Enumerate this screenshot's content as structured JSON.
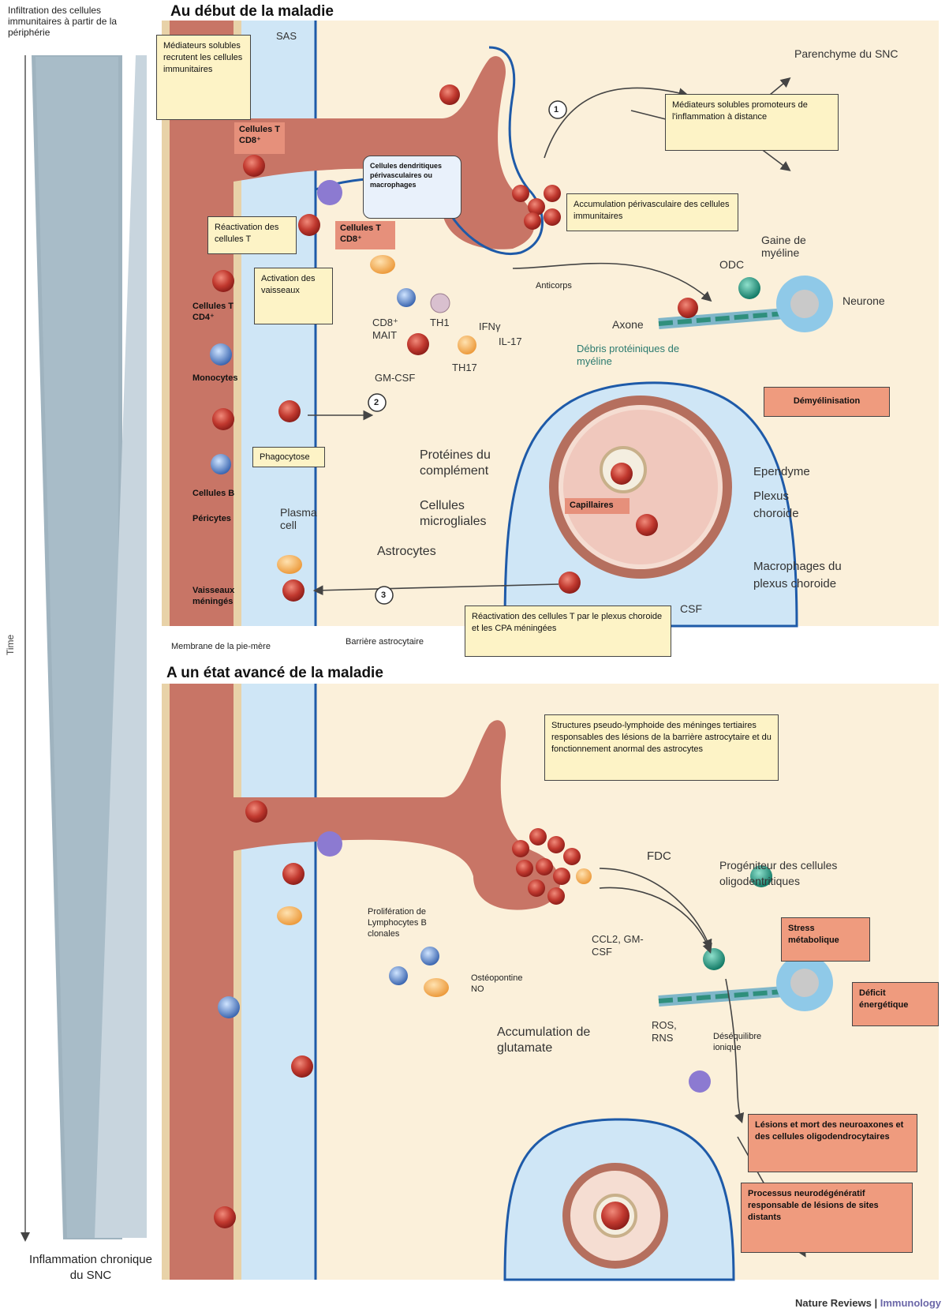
{
  "side": {
    "top_text": "Infiltration des cellules immunitaires à partir de la périphérie",
    "time_label": "Time",
    "bottom_text": "Inflammation chronique du SNC"
  },
  "early": {
    "title": "Au début de la maladie",
    "sas": "SAS",
    "parenchyme": "Parenchyme du SNC",
    "box_mediateurs": "Médiateurs solubles recrutent les cellules immunitaires",
    "cellules_t_cd8_top": "Cellules T CD8⁺",
    "dendritiques": "Cellules dendritiques périvasculaires ou macrophages",
    "box_promoteurs": "Médiateurs solubles promoteurs de l'inflammation à distance",
    "box_accumulation": "Accumulation périvasculaire des cellules immunitaires",
    "box_reactivation": "Réactivation des cellules T",
    "cellules_t_cd8_mid": "Cellules T CD8⁺",
    "gaine": "Gaine de myéline",
    "odc": "ODC",
    "neurone": "Neurone",
    "anticorps": "Anticorps",
    "box_activation": "Activation des vaisseaux",
    "cellules_t_cd4": "Cellules T CD4⁺",
    "th1": "TH1",
    "ifn": "IFNγ",
    "il17": "IL-17",
    "cd8_mait": "CD8⁺ MAIT",
    "th17": "TH17",
    "axone": "Axone",
    "debris": "Débris protéiniques de myéline",
    "monocytes": "Monocytes",
    "gmcsf": "GM-CSF",
    "demyelinisation": "Démyélinisation",
    "num1": "1",
    "num2": "2",
    "num3": "3",
    "proteines": "Protéines du complément",
    "ependyme": "Ependyme",
    "plexus": "Plexus choroide",
    "box_phagocytose": "Phagocytose",
    "cellules_b": "Cellules B",
    "capillaires": "Capillaires",
    "microgliales": "Cellules microgliales",
    "pericytes": "Péricytes",
    "plasma_cell": "Plasma cell",
    "astrocytes": "Astrocytes",
    "macrophages_plexus": "Macrophages du plexus choroide",
    "vaisseaux": "Vaisseaux méningés",
    "csf": "CSF",
    "box_reactivation_plexus": "Réactivation des cellules T par le plexus choroide et les CPA méningées",
    "membrane": "Membrane de la pie-mère",
    "barriere": "Barrière astrocytaire"
  },
  "late": {
    "title": "A un état avancé de la maladie",
    "box_structures": "Structures pseudo-lymphoide des méninges tertiaires responsables des lésions de la barrière astrocytaire et du fonctionnement anormal des astrocytes",
    "fdc": "FDC",
    "progeniteur": "Progéniteur des cellules oligodentritiques",
    "proliferation": "Prolifération de Lymphocytes B clonales",
    "ccl2": "CCL2, GM-CSF",
    "box_stress": "Stress métabolique",
    "osteopontine": "Ostéopontine NO",
    "box_deficit": "Déficit énergétique",
    "accumulation_glutamate": "Accumulation de glutamate",
    "ros": "ROS, RNS",
    "desequilibre": "Déséquilibre ionique",
    "box_lesions": "Lésions et mort des neuroaxones et des cellules oligodendrocytaires",
    "box_processus": "Processus neurodégénératif responsable de lésions de sites distants"
  },
  "footer": {
    "journal": "Nature Reviews",
    "section": "Immunology"
  },
  "colors": {
    "vessel": "#c87566",
    "csf_blue": "#cfe6f6",
    "parenchyma": "#fbf0da",
    "box_yellow": "#fdf3c6",
    "box_salmon": "#ef9b7e",
    "t_cell_red": "#b8322b"
  }
}
